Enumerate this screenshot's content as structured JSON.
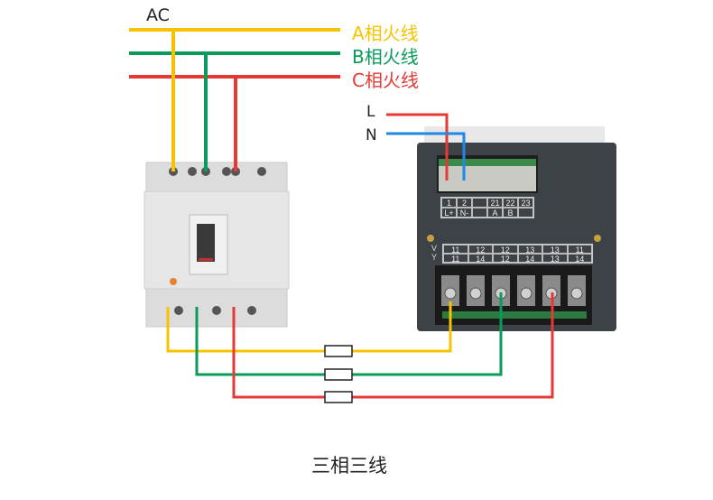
{
  "source_label": "AC",
  "phases": [
    {
      "label": "A相火线",
      "color": "#f7c300"
    },
    {
      "label": "B相火线",
      "color": "#0a9a5a"
    },
    {
      "label": "C相火线",
      "color": "#e53935"
    }
  ],
  "power": {
    "l_label": "L",
    "n_label": "N",
    "l_color": "#e53935",
    "n_color": "#1e88e5"
  },
  "meter": {
    "aux_terminals": {
      "top": [
        "1",
        "2",
        "",
        "21",
        "22",
        "23"
      ],
      "bottom": [
        "L+",
        "N-",
        "",
        "A",
        "B",
        ""
      ]
    },
    "io_terminals": {
      "row_v_symbol": "V",
      "row_y_symbol": "Y",
      "top": [
        "11",
        "12",
        "12",
        "13",
        "13",
        "11"
      ],
      "bottom": [
        "11",
        "14",
        "12",
        "14",
        "13",
        "14"
      ]
    }
  },
  "caption": "三相三线"
}
